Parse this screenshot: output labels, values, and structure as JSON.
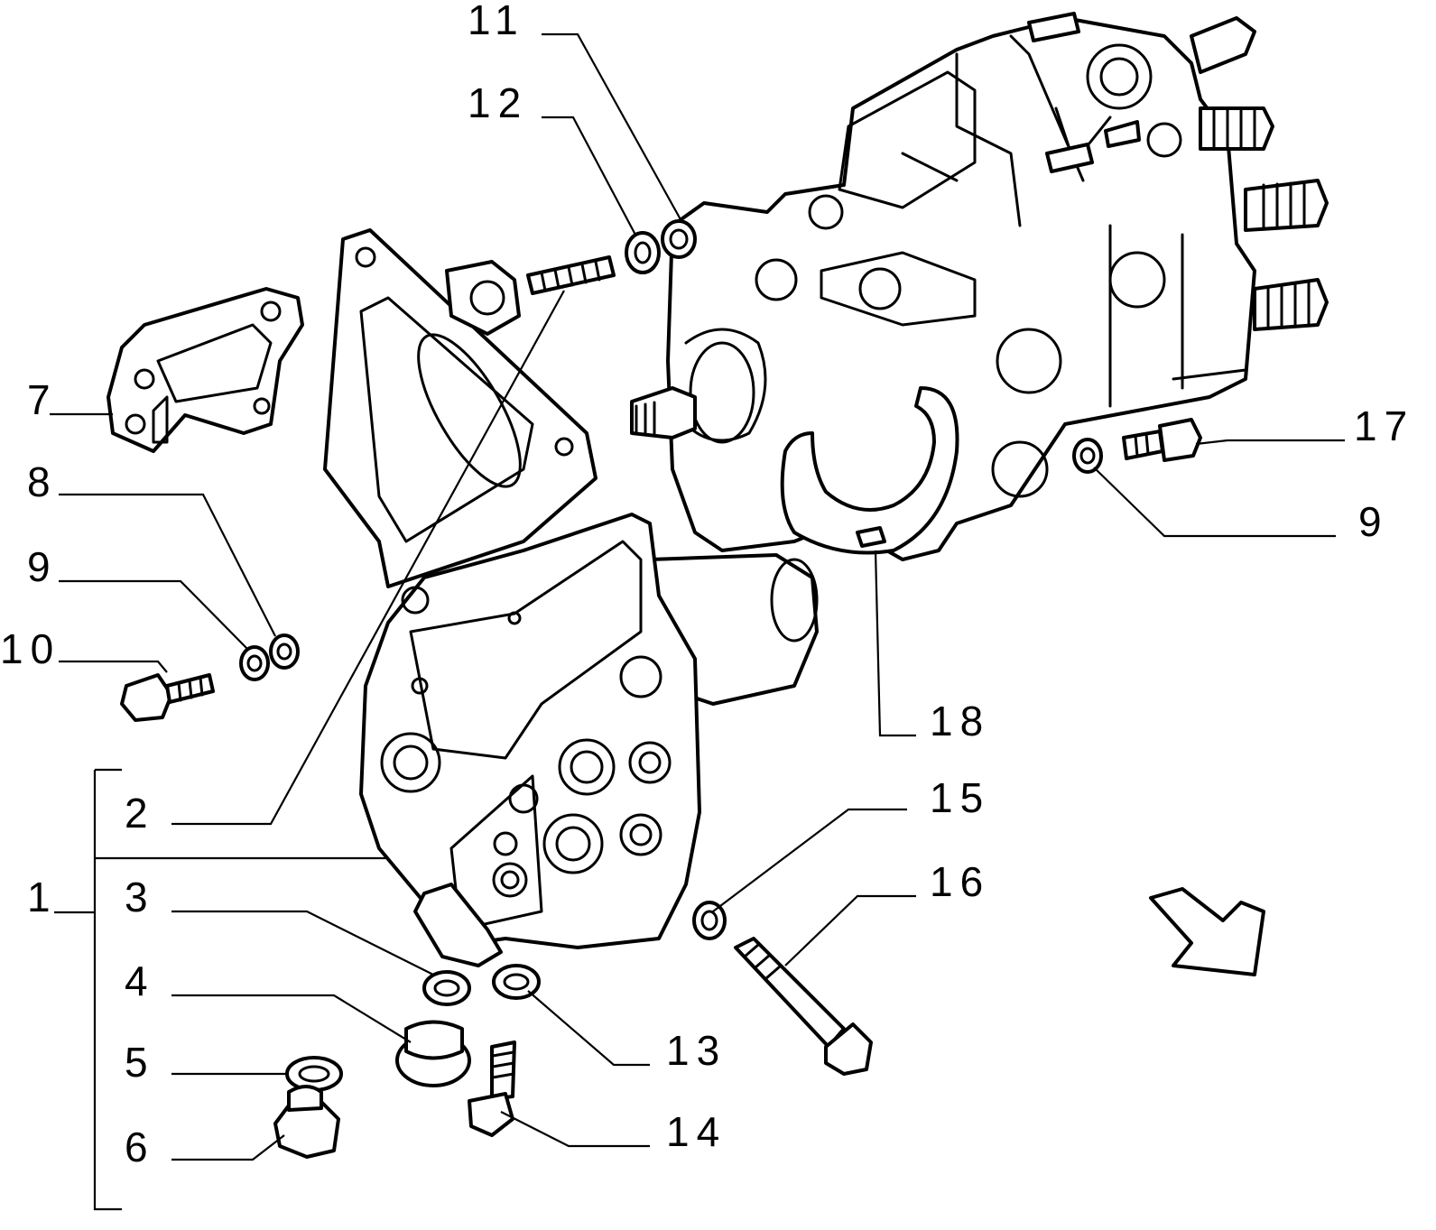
{
  "callouts": {
    "c1": "1",
    "c2": "2",
    "c3": "3",
    "c4": "4",
    "c5": "5",
    "c6": "6",
    "c7": "7",
    "c8": "8",
    "c9a": "9",
    "c9b": "9",
    "c10": "10",
    "c11": "11",
    "c12": "12",
    "c13": "13",
    "c14": "14",
    "c15": "15",
    "c16": "16",
    "c17": "17",
    "c18": "18"
  },
  "colors": {
    "ink": "#000000",
    "paper": "#ffffff"
  },
  "icons": {
    "direction": "arrow-icon"
  }
}
